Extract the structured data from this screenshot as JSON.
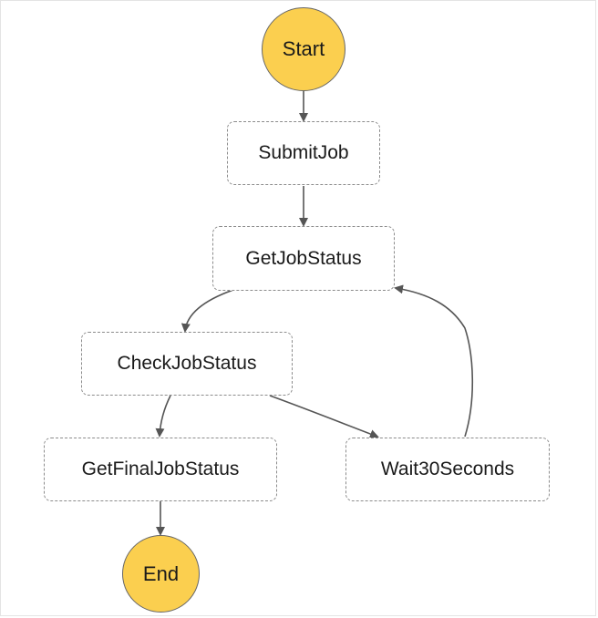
{
  "diagram": {
    "nodes": {
      "start": "Start",
      "submit_job": "SubmitJob",
      "get_job_status": "GetJobStatus",
      "check_job_status": "CheckJobStatus",
      "get_final_job_status": "GetFinalJobStatus",
      "wait_30_seconds": "Wait30Seconds",
      "end": "End"
    },
    "colors": {
      "terminal_fill": "#fbcf4f",
      "edge": "#555555",
      "task_border": "#8c8c8c"
    }
  }
}
